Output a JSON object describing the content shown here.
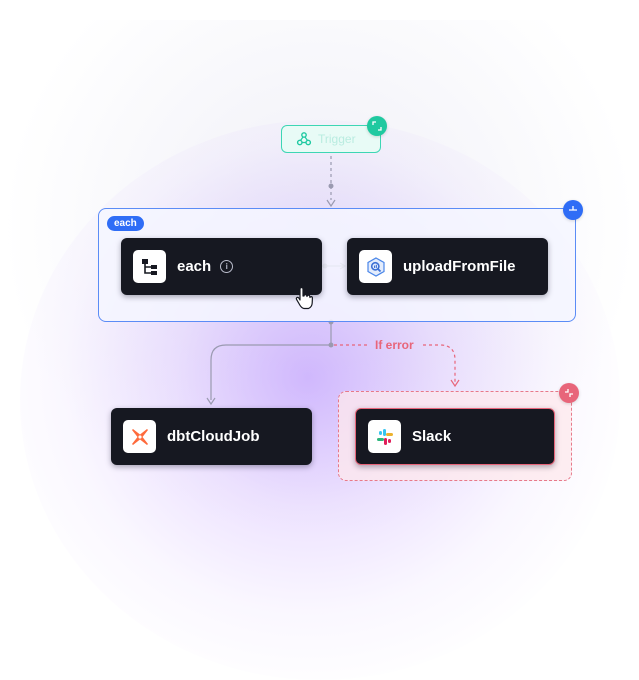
{
  "trigger": {
    "label": "Trigger",
    "icon": "webhook-icon",
    "color": "#3dd6b4"
  },
  "group": {
    "tag": "each",
    "accent": "#2f6df6"
  },
  "nodes": {
    "each": {
      "label": "each",
      "icon": "tree-hierarchy-icon"
    },
    "upload": {
      "label": "uploadFromFile",
      "icon": "bigquery-icon"
    },
    "dbt": {
      "label": "dbtCloudJob",
      "icon": "dbt-icon"
    },
    "slack": {
      "label": "Slack",
      "icon": "slack-icon"
    }
  },
  "edges": {
    "error_label": "If error",
    "error_color": "#e8657a"
  }
}
